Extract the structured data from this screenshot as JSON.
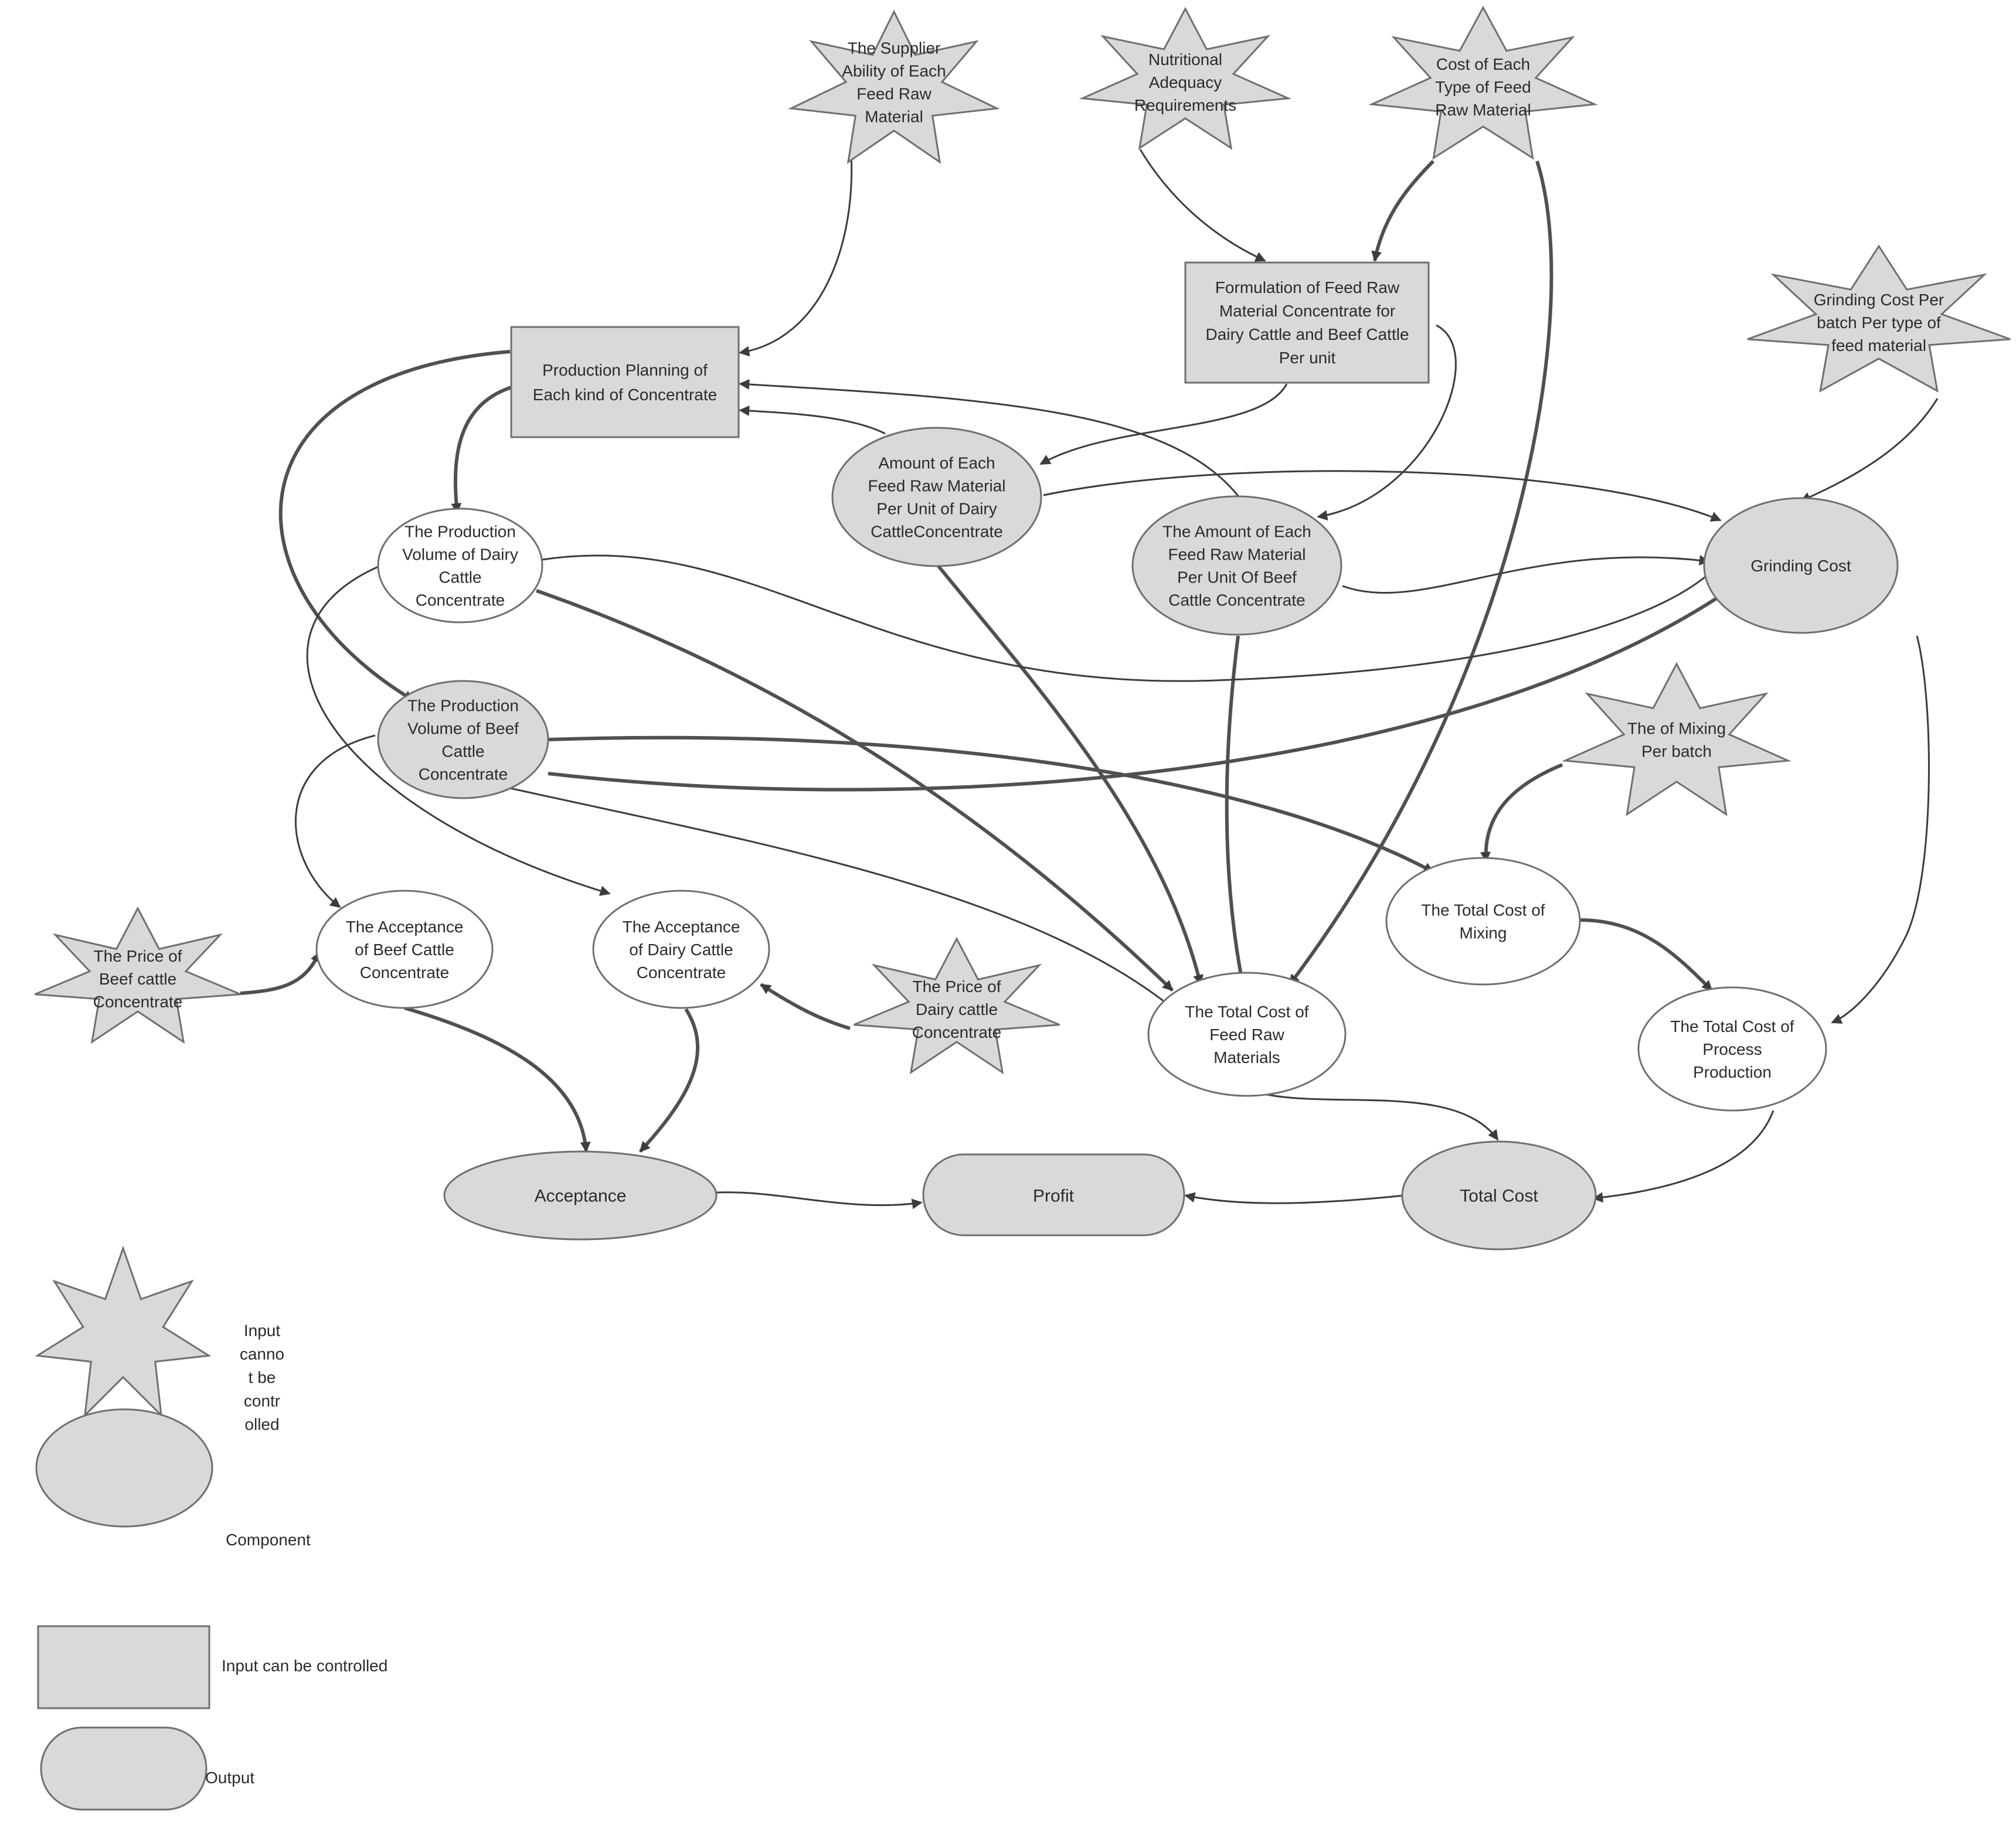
{
  "nodes": {
    "supplier_ability": {
      "lines": [
        "The Supplier",
        "Ability of Each",
        "Feed Raw",
        "Material"
      ]
    },
    "nutritional_adequacy": {
      "lines": [
        "Nutritional",
        "Adequacy",
        "Requirements"
      ]
    },
    "cost_each_type": {
      "lines": [
        "Cost of Each",
        "Type of Feed",
        "Raw Material"
      ]
    },
    "grinding_cost_per_batch": {
      "lines": [
        "Grinding Cost Per",
        "batch Per type of",
        "feed material"
      ]
    },
    "formulation": {
      "lines": [
        "Formulation of Feed Raw",
        "Material Concentrate for",
        "Dairy Cattle and Beef Cattle",
        "Per unit"
      ]
    },
    "production_planning": {
      "lines": [
        "Production Planning of",
        "Each kind of Concentrate"
      ]
    },
    "amount_dairy": {
      "lines": [
        "Amount of Each",
        "Feed Raw Material",
        "Per Unit of Dairy",
        "CattleConcentrate"
      ]
    },
    "amount_beef": {
      "lines": [
        "The Amount of Each",
        "Feed Raw Material",
        "Per Unit Of Beef",
        "Cattle Concentrate"
      ]
    },
    "grinding_cost": {
      "lines": [
        "Grinding Cost"
      ]
    },
    "prod_volume_dairy": {
      "lines": [
        "The Production",
        "Volume of Dairy",
        "Cattle",
        "Concentrate"
      ]
    },
    "prod_volume_beef": {
      "lines": [
        "The Production",
        "Volume of Beef",
        "Cattle",
        "Concentrate"
      ]
    },
    "mixing_per_batch": {
      "lines": [
        "The of Mixing",
        "Per batch"
      ]
    },
    "total_cost_mixing": {
      "lines": [
        "The Total Cost of",
        "Mixing"
      ]
    },
    "acceptance_beef": {
      "lines": [
        "The Acceptance",
        "of Beef Cattle",
        "Concentrate"
      ]
    },
    "acceptance_dairy": {
      "lines": [
        "The Acceptance",
        "of Dairy Cattle",
        "Concentrate"
      ]
    },
    "price_beef": {
      "lines": [
        "The Price of",
        "Beef cattle",
        "Concentrate"
      ]
    },
    "price_dairy": {
      "lines": [
        "The Price of",
        "Dairy cattle",
        "Concentrate"
      ]
    },
    "total_cost_feed": {
      "lines": [
        "The Total Cost of",
        "Feed Raw",
        "Materials"
      ]
    },
    "total_cost_process": {
      "lines": [
        "The Total Cost of",
        "Process",
        "Production"
      ]
    },
    "acceptance": {
      "lines": [
        "Acceptance"
      ]
    },
    "profit": {
      "lines": [
        "Profit"
      ]
    },
    "total_cost": {
      "lines": [
        "Total Cost"
      ]
    }
  },
  "legend": {
    "uncontrolled": {
      "lines": [
        "Input",
        "canno",
        "t be",
        "contr",
        "olled"
      ]
    },
    "component": "Component",
    "controlled": "Input can be controlled",
    "output": "Output"
  },
  "colors": {
    "shape_fill": "#d9d9d9",
    "shape_stroke": "#6f6f6f",
    "component_fill": "#ffffff",
    "edge": "#3c3c3c"
  }
}
